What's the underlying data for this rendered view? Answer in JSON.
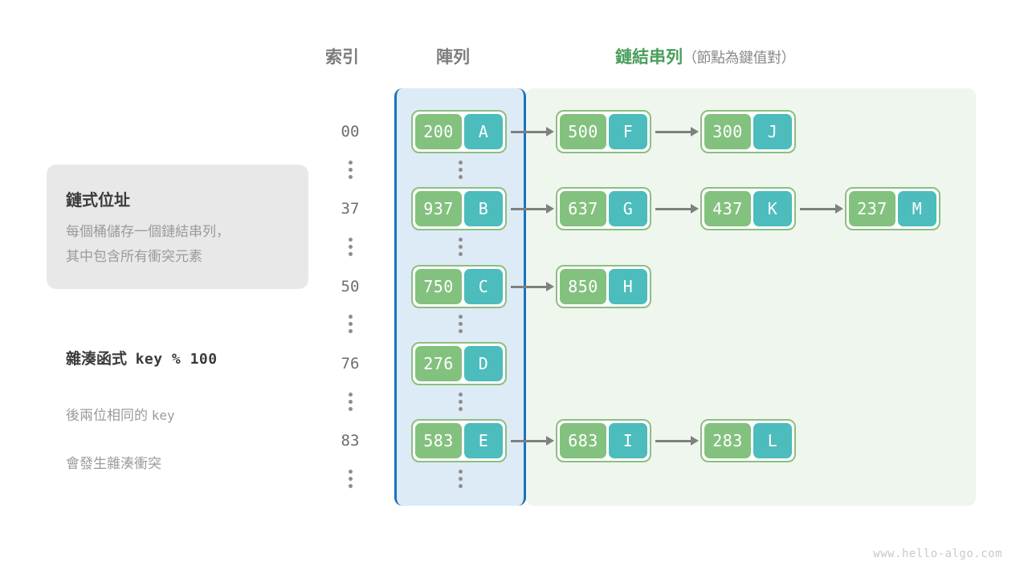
{
  "headers": {
    "index": "索引",
    "array": "陣列",
    "list_main": "鏈結串列",
    "list_sub": "（節點為鍵值對）"
  },
  "info_card": {
    "title": "鏈式位址",
    "body": "每個桶儲存一個鏈結串列，\n其中包含所有衝突元素"
  },
  "hash": {
    "title_text": "雜湊函式",
    "title_formula": "key % 100",
    "desc_line1_pre": "後兩位相同的 ",
    "desc_line1_mono": "key",
    "desc_line2": "會發生雜湊衝突"
  },
  "colors": {
    "array_bg": "#ddebf7",
    "array_border": "#1b72bd",
    "list_bg": "#eef6ee",
    "node_border": "#8cbf7f",
    "node_key": "#83c17f",
    "node_value": "#4cbcbc",
    "arrow": "#808080",
    "header_green": "#4a9e5c",
    "header_gray": "#7d7d7d"
  },
  "ellipsis_glyph": "⋮",
  "rows": [
    {
      "index": "00",
      "nodes": [
        {
          "key": "200",
          "value": "A"
        },
        {
          "key": "500",
          "value": "F"
        },
        {
          "key": "300",
          "value": "J"
        }
      ]
    },
    {
      "index": "37",
      "nodes": [
        {
          "key": "937",
          "value": "B"
        },
        {
          "key": "637",
          "value": "G"
        },
        {
          "key": "437",
          "value": "K"
        },
        {
          "key": "237",
          "value": "M"
        }
      ]
    },
    {
      "index": "50",
      "nodes": [
        {
          "key": "750",
          "value": "C"
        },
        {
          "key": "850",
          "value": "H"
        }
      ]
    },
    {
      "index": "76",
      "nodes": [
        {
          "key": "276",
          "value": "D"
        }
      ]
    },
    {
      "index": "83",
      "nodes": [
        {
          "key": "583",
          "value": "E"
        },
        {
          "key": "683",
          "value": "I"
        },
        {
          "key": "283",
          "value": "L"
        }
      ]
    }
  ],
  "watermark": "www.hello-algo.com"
}
